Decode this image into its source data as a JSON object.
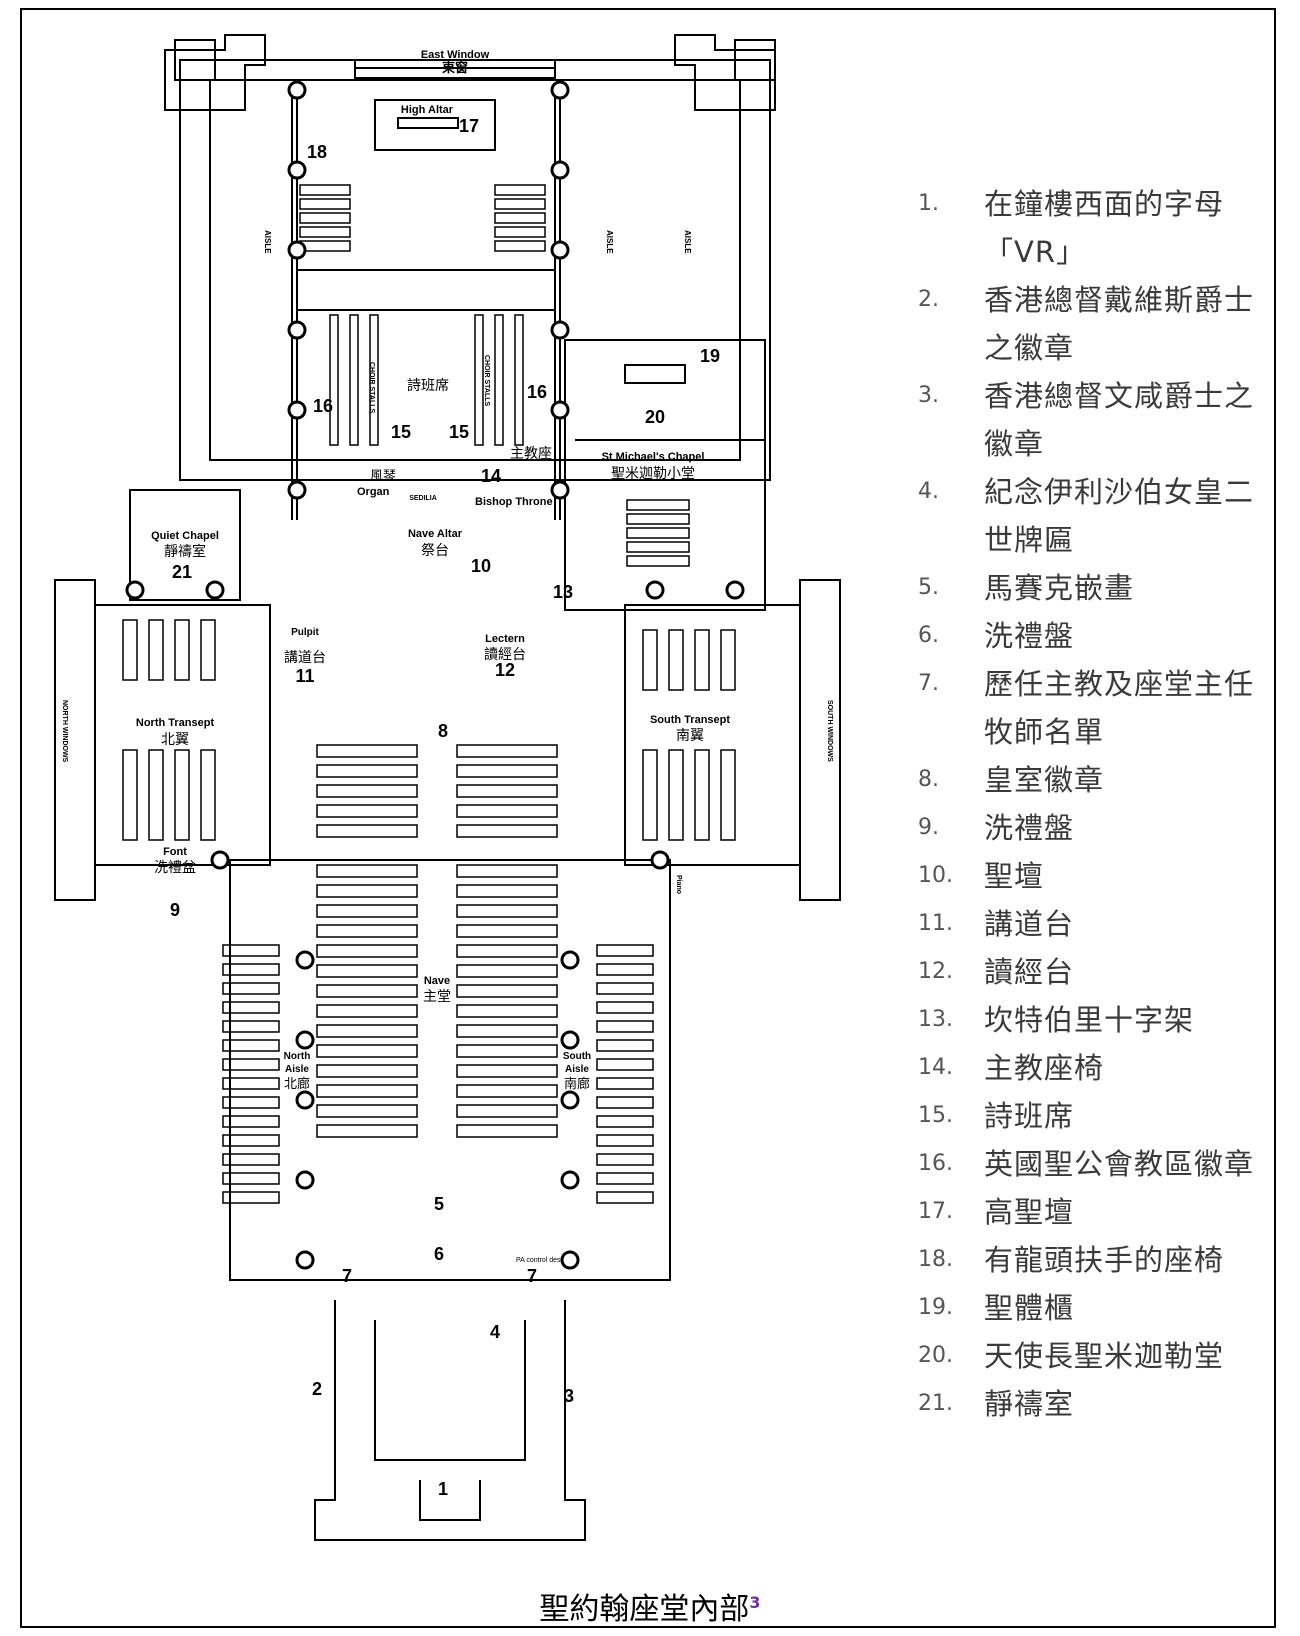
{
  "caption": {
    "text": "聖約翰座堂內部",
    "footnote": "3"
  },
  "legend": [
    {
      "num": "1.",
      "text": "在鐘樓西面的字母「VR」"
    },
    {
      "num": "2.",
      "text": "香港總督戴維斯爵士之徽章"
    },
    {
      "num": "3.",
      "text": "香港總督文咸爵士之徽章"
    },
    {
      "num": "4.",
      "text": "紀念伊利沙伯女皇二世牌匾"
    },
    {
      "num": "5.",
      "text": "馬賽克嵌畫"
    },
    {
      "num": "6.",
      "text": "洗禮盤"
    },
    {
      "num": "7.",
      "text": "歷任主教及座堂主任牧師名單"
    },
    {
      "num": "8.",
      "text": "皇室徽章"
    },
    {
      "num": "9.",
      "text": "洗禮盤"
    },
    {
      "num": "10.",
      "text": "聖壇"
    },
    {
      "num": "11.",
      "text": "講道台"
    },
    {
      "num": "12.",
      "text": "讀經台"
    },
    {
      "num": "13.",
      "text": "坎特伯里十字架"
    },
    {
      "num": "14.",
      "text": "主教座椅"
    },
    {
      "num": "15.",
      "text": "詩班席"
    },
    {
      "num": "16.",
      "text": "英國聖公會教區徽章"
    },
    {
      "num": "17.",
      "text": "高聖壇"
    },
    {
      "num": "18.",
      "text": "有龍頭扶手的座椅"
    },
    {
      "num": "19.",
      "text": "聖體櫃"
    },
    {
      "num": "20.",
      "text": "天使長聖米迦勒堂"
    },
    {
      "num": "21.",
      "text": "靜禱室"
    }
  ],
  "plan": {
    "east_window_en": "East Window",
    "east_window_zh": "東窗",
    "high_altar": "High Altar",
    "aisle": "AISLE",
    "choir_zh": "詩班席",
    "choir_stalls": "CHOIR STALLS",
    "organ_zh": "風琴",
    "organ_en": "Organ",
    "sedilia": "SEDILIA",
    "nave_altar_en": "Nave Altar",
    "nave_altar_zh": "祭台",
    "bishop_zh": "主教座",
    "bishop_en": "Bishop Throne",
    "st_michael_en": "St Michael's Chapel",
    "st_michael_zh": "聖米迦勒小堂",
    "quiet_en": "Quiet Chapel",
    "quiet_zh": "靜禱室",
    "pulpit_en": "Pulpit",
    "pulpit_zh": "講道台",
    "lectern_en": "Lectern",
    "lectern_zh": "讀經台",
    "north_transept_en": "North Transept",
    "north_transept_zh": "北翼",
    "south_transept_en": "South Transept",
    "south_transept_zh": "南翼",
    "north_windows": "NORTH WINDOWS",
    "south_windows": "SOUTH WINDOWS",
    "font_en": "Font",
    "font_zh": "洗禮盆",
    "piano": "Piano",
    "nave_en": "Nave",
    "nave_zh": "主堂",
    "north_aisle_en1": "North",
    "north_aisle_en2": "Aisle",
    "north_aisle_zh": "北廊",
    "south_aisle_en1": "South",
    "south_aisle_en2": "Aisle",
    "south_aisle_zh": "南廊",
    "pa_desk": "PA control desk",
    "markers": {
      "m1": "1",
      "m2": "2",
      "m3": "3",
      "m4": "4",
      "m5": "5",
      "m6": "6",
      "m7a": "7",
      "m7b": "7",
      "m8": "8",
      "m9": "9",
      "m10": "10",
      "m11": "11",
      "m12": "12",
      "m13": "13",
      "m14": "14",
      "m15a": "15",
      "m15b": "15",
      "m16a": "16",
      "m16b": "16",
      "m17": "17",
      "m18": "18",
      "m19": "19",
      "m20": "20",
      "m21": "21"
    }
  }
}
